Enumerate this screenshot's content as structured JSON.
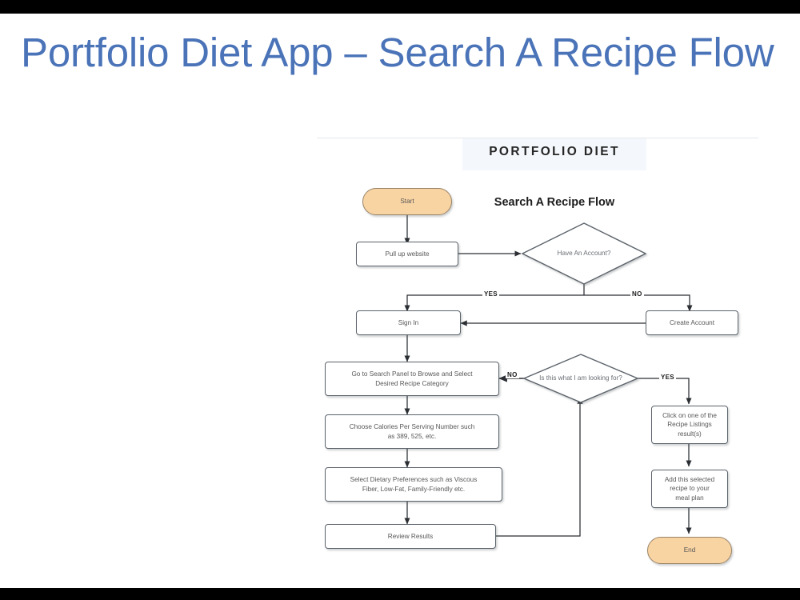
{
  "slide": {
    "title": "Portfolio Diet App – Search A Recipe Flow",
    "title_color": "#4a73b8",
    "background": "#ffffff",
    "letterbox_color": "#000000"
  },
  "figure": {
    "brand_title": "PORTFOLIO DIET",
    "subtitle": "Search A Recipe Flow",
    "band_color": "#f4f7fb",
    "terminal_fill": "#f9d4a3",
    "process_fill": "#ffffff",
    "stroke_color": "#5b636b",
    "text_color": "#575757"
  },
  "chart_data": {
    "type": "diagram",
    "diagram_kind": "flowchart",
    "title": "Search A Recipe Flow",
    "nodes": [
      {
        "id": "start",
        "shape": "terminal",
        "label": "Start"
      },
      {
        "id": "pullup",
        "shape": "process",
        "label": "Pull up website"
      },
      {
        "id": "haveacct",
        "shape": "decision",
        "label": "Have An Account?"
      },
      {
        "id": "signin",
        "shape": "process",
        "label": "Sign In"
      },
      {
        "id": "createacct",
        "shape": "process",
        "label": "Create Account"
      },
      {
        "id": "searchpanel",
        "shape": "process",
        "label": "Go to Search Panel to Browse and Select Desired Recipe Category"
      },
      {
        "id": "calories",
        "shape": "process",
        "label": "Choose Calories Per Serving Number such as 389, 525, etc."
      },
      {
        "id": "dietary",
        "shape": "process",
        "label": "Select Dietary Preferences such as Viscous Fiber, Low-Fat, Family-Friendly etc."
      },
      {
        "id": "review",
        "shape": "process",
        "label": "Review Results"
      },
      {
        "id": "looking",
        "shape": "decision",
        "label": "Is this what I am looking for?"
      },
      {
        "id": "clicklist",
        "shape": "process",
        "label": "Click on one of the Recipe Listings result(s)"
      },
      {
        "id": "addmeal",
        "shape": "process",
        "label": "Add this selected recipe to your meal plan"
      },
      {
        "id": "end",
        "shape": "terminal",
        "label": "End"
      }
    ],
    "edges": [
      {
        "from": "start",
        "to": "pullup",
        "label": ""
      },
      {
        "from": "pullup",
        "to": "haveacct",
        "label": ""
      },
      {
        "from": "haveacct",
        "to": "signin",
        "label": "YES"
      },
      {
        "from": "haveacct",
        "to": "createacct",
        "label": "NO"
      },
      {
        "from": "createacct",
        "to": "signin",
        "label": ""
      },
      {
        "from": "signin",
        "to": "searchpanel",
        "label": ""
      },
      {
        "from": "searchpanel",
        "to": "calories",
        "label": ""
      },
      {
        "from": "calories",
        "to": "dietary",
        "label": ""
      },
      {
        "from": "dietary",
        "to": "review",
        "label": ""
      },
      {
        "from": "review",
        "to": "looking",
        "label": ""
      },
      {
        "from": "looking",
        "to": "searchpanel",
        "label": "NO"
      },
      {
        "from": "looking",
        "to": "clicklist",
        "label": "YES"
      },
      {
        "from": "clicklist",
        "to": "addmeal",
        "label": ""
      },
      {
        "from": "addmeal",
        "to": "end",
        "label": ""
      }
    ]
  },
  "nodes": {
    "start": "Start",
    "pullup": "Pull up website",
    "haveacct": "Have An Account?",
    "signin": "Sign In",
    "createacct": "Create Account",
    "searchpanel_line1": "Go to Search Panel to Browse and Select",
    "searchpanel_line2": "Desired Recipe Category",
    "calories_line1": "Choose Calories Per Serving Number such",
    "calories_line2": "as 389, 525, etc.",
    "dietary_line1": "Select Dietary Preferences such as Viscous",
    "dietary_line2": "Fiber, Low-Fat, Family-Friendly etc.",
    "review": "Review Results",
    "looking": "Is this what I am looking for?",
    "clicklist_line1": "Click on one of the",
    "clicklist_line2": "Recipe Listings",
    "clicklist_line3": "result(s)",
    "addmeal_line1": "Add this selected",
    "addmeal_line2": "recipe to your",
    "addmeal_line3": "meal plan",
    "end": "End"
  },
  "edge_labels": {
    "yes_top": "YES",
    "no_top": "NO",
    "no_mid": "NO",
    "yes_mid": "YES"
  }
}
